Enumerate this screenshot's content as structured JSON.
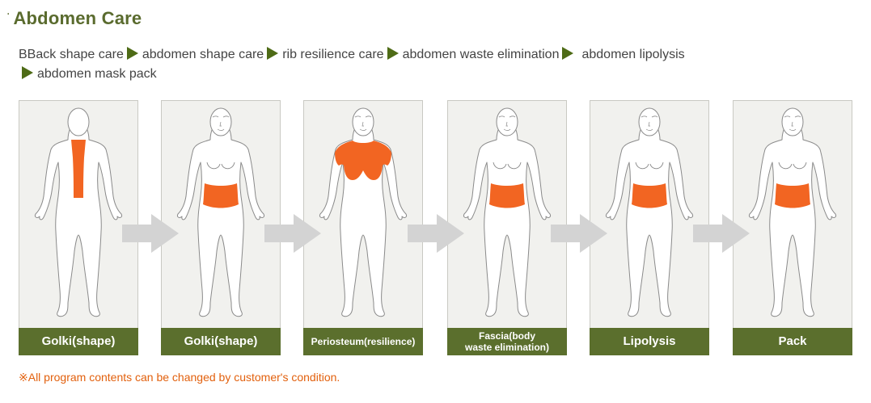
{
  "header": {
    "bullet": "·",
    "title": "Abdomen Care"
  },
  "steps": [
    {
      "label": "BBack shape care"
    },
    {
      "label": "abdomen shape care"
    },
    {
      "label": "rib resilience care"
    },
    {
      "label": "abdomen waste elimination"
    },
    {
      "label": "abdomen lipolysis"
    },
    {
      "label": "abdomen mask pack"
    }
  ],
  "panels": [
    {
      "caption": "Golki(shape)",
      "view": "back",
      "highlight": "spine"
    },
    {
      "caption": "Golki(shape)",
      "view": "front",
      "highlight": "abdomen"
    },
    {
      "caption": "Periosteum(resilience)",
      "view": "front",
      "highlight": "chest"
    },
    {
      "caption_line1": "Fascia(body",
      "caption_line2": "waste elimination)",
      "view": "front",
      "highlight": "abdomen"
    },
    {
      "caption": "Lipolysis",
      "view": "front",
      "highlight": "abdomen"
    },
    {
      "caption": "Pack",
      "view": "front",
      "highlight": "abdomen"
    }
  ],
  "note": "※All program contents can be changed by customer's condition.",
  "colors": {
    "accent_green": "#5b6f2d",
    "highlight_orange": "#f26522",
    "arrow_gray": "#d3d3d3",
    "note_orange": "#e2600d"
  }
}
